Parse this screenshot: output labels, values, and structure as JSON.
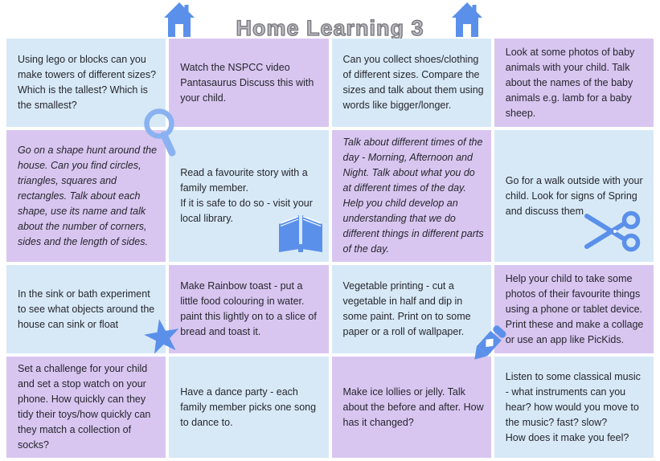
{
  "title": "Home Learning 3",
  "palette": {
    "cell_blue": "#d7e9f6",
    "cell_purple": "#d8c6f0",
    "icon_blue": "#5b90ea",
    "icon_light_blue": "#8ab2f1",
    "title_gray": "#8f8f95",
    "text_dark": "#26262e"
  },
  "icons": [
    {
      "name": "house-icon"
    },
    {
      "name": "house-icon"
    },
    {
      "name": "magnifier-icon"
    },
    {
      "name": "book-icon"
    },
    {
      "name": "scissors-icon"
    },
    {
      "name": "star-icon"
    },
    {
      "name": "pencil-icon"
    }
  ],
  "cells": [
    {
      "text": "Using lego or blocks can you make towers of different sizes? Which is the tallest? Which is the smallest?"
    },
    {
      "text": "Watch the NSPCC video Pantasaurus Discuss this with your child."
    },
    {
      "text": "Can you collect shoes/clothing of different sizes. Compare the sizes and talk about them using words like bigger/longer."
    },
    {
      "text": "Look at some photos of baby animals with your child.  Talk about the names of the baby animals e.g. lamb for a baby sheep."
    },
    {
      "text": "Go on a shape hunt around the house. Can you find circles, triangles, squares and rectangles. Talk about each shape, use its name and talk about the number of corners, sides and the length of sides."
    },
    {
      "text": "Read a favourite story with a family member.\nIf it is safe to do so - visit your local library."
    },
    {
      "text": "Talk about different times of the day - Morning, Afternoon and Night.  Talk about what you do at different times of the day.  Help you child develop an understanding that we do different things in different parts of the day."
    },
    {
      "text": "Go for a walk outside with your child.  Look for signs of Spring and discuss them"
    },
    {
      "text": "In the sink or bath experiment to see what objects around the house can sink or float"
    },
    {
      "text": "Make Rainbow toast - put a little food colouring in water.  paint this lightly on to a slice of bread and toast it."
    },
    {
      "text": "Vegetable printing - cut a vegetable in half and dip in some paint.  Print on to some paper or a roll of wallpaper."
    },
    {
      "text": "Help your child to take some photos of their favourite things using a phone or tablet device. Print these and make a collage or use an app like PicKids."
    },
    {
      "text": "Set a challenge for your child and set a stop watch on your phone.  How quickly can they tidy their toys/how quickly can they match a collection of socks?"
    },
    {
      "text": "Have a dance party - each family member picks one song to dance to."
    },
    {
      "text": "Make ice lollies or jelly.  Talk about the before and after.  How has it changed?"
    },
    {
      "text": "Listen to some classical music - what instruments can you hear? how would you move to the music? fast? slow?\nHow does it make you feel?"
    }
  ]
}
